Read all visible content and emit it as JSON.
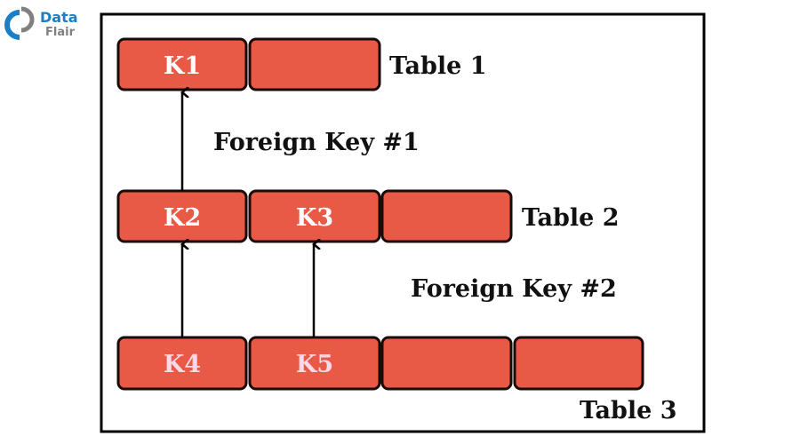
{
  "logo": {
    "line1": "Data",
    "line2": "Flair"
  },
  "colors": {
    "cell_fill": "#e85a45",
    "cell_border": "#1a0a08",
    "logo_blue": "#1a7fc4",
    "logo_gray": "#808080"
  },
  "tables": [
    {
      "label": "Table 1",
      "cells": [
        "K1",
        ""
      ]
    },
    {
      "label": "Table 2",
      "cells": [
        "K2",
        "K3",
        ""
      ]
    },
    {
      "label": "Table 3",
      "cells": [
        "K4",
        "K5",
        "",
        ""
      ]
    }
  ],
  "relations": [
    {
      "label": "Foreign Key #1",
      "from": [
        "K2"
      ],
      "to": "K1"
    },
    {
      "label": "Foreign Key #2",
      "from": [
        "K4",
        "K5"
      ],
      "to": [
        "K2",
        "K3"
      ]
    }
  ]
}
